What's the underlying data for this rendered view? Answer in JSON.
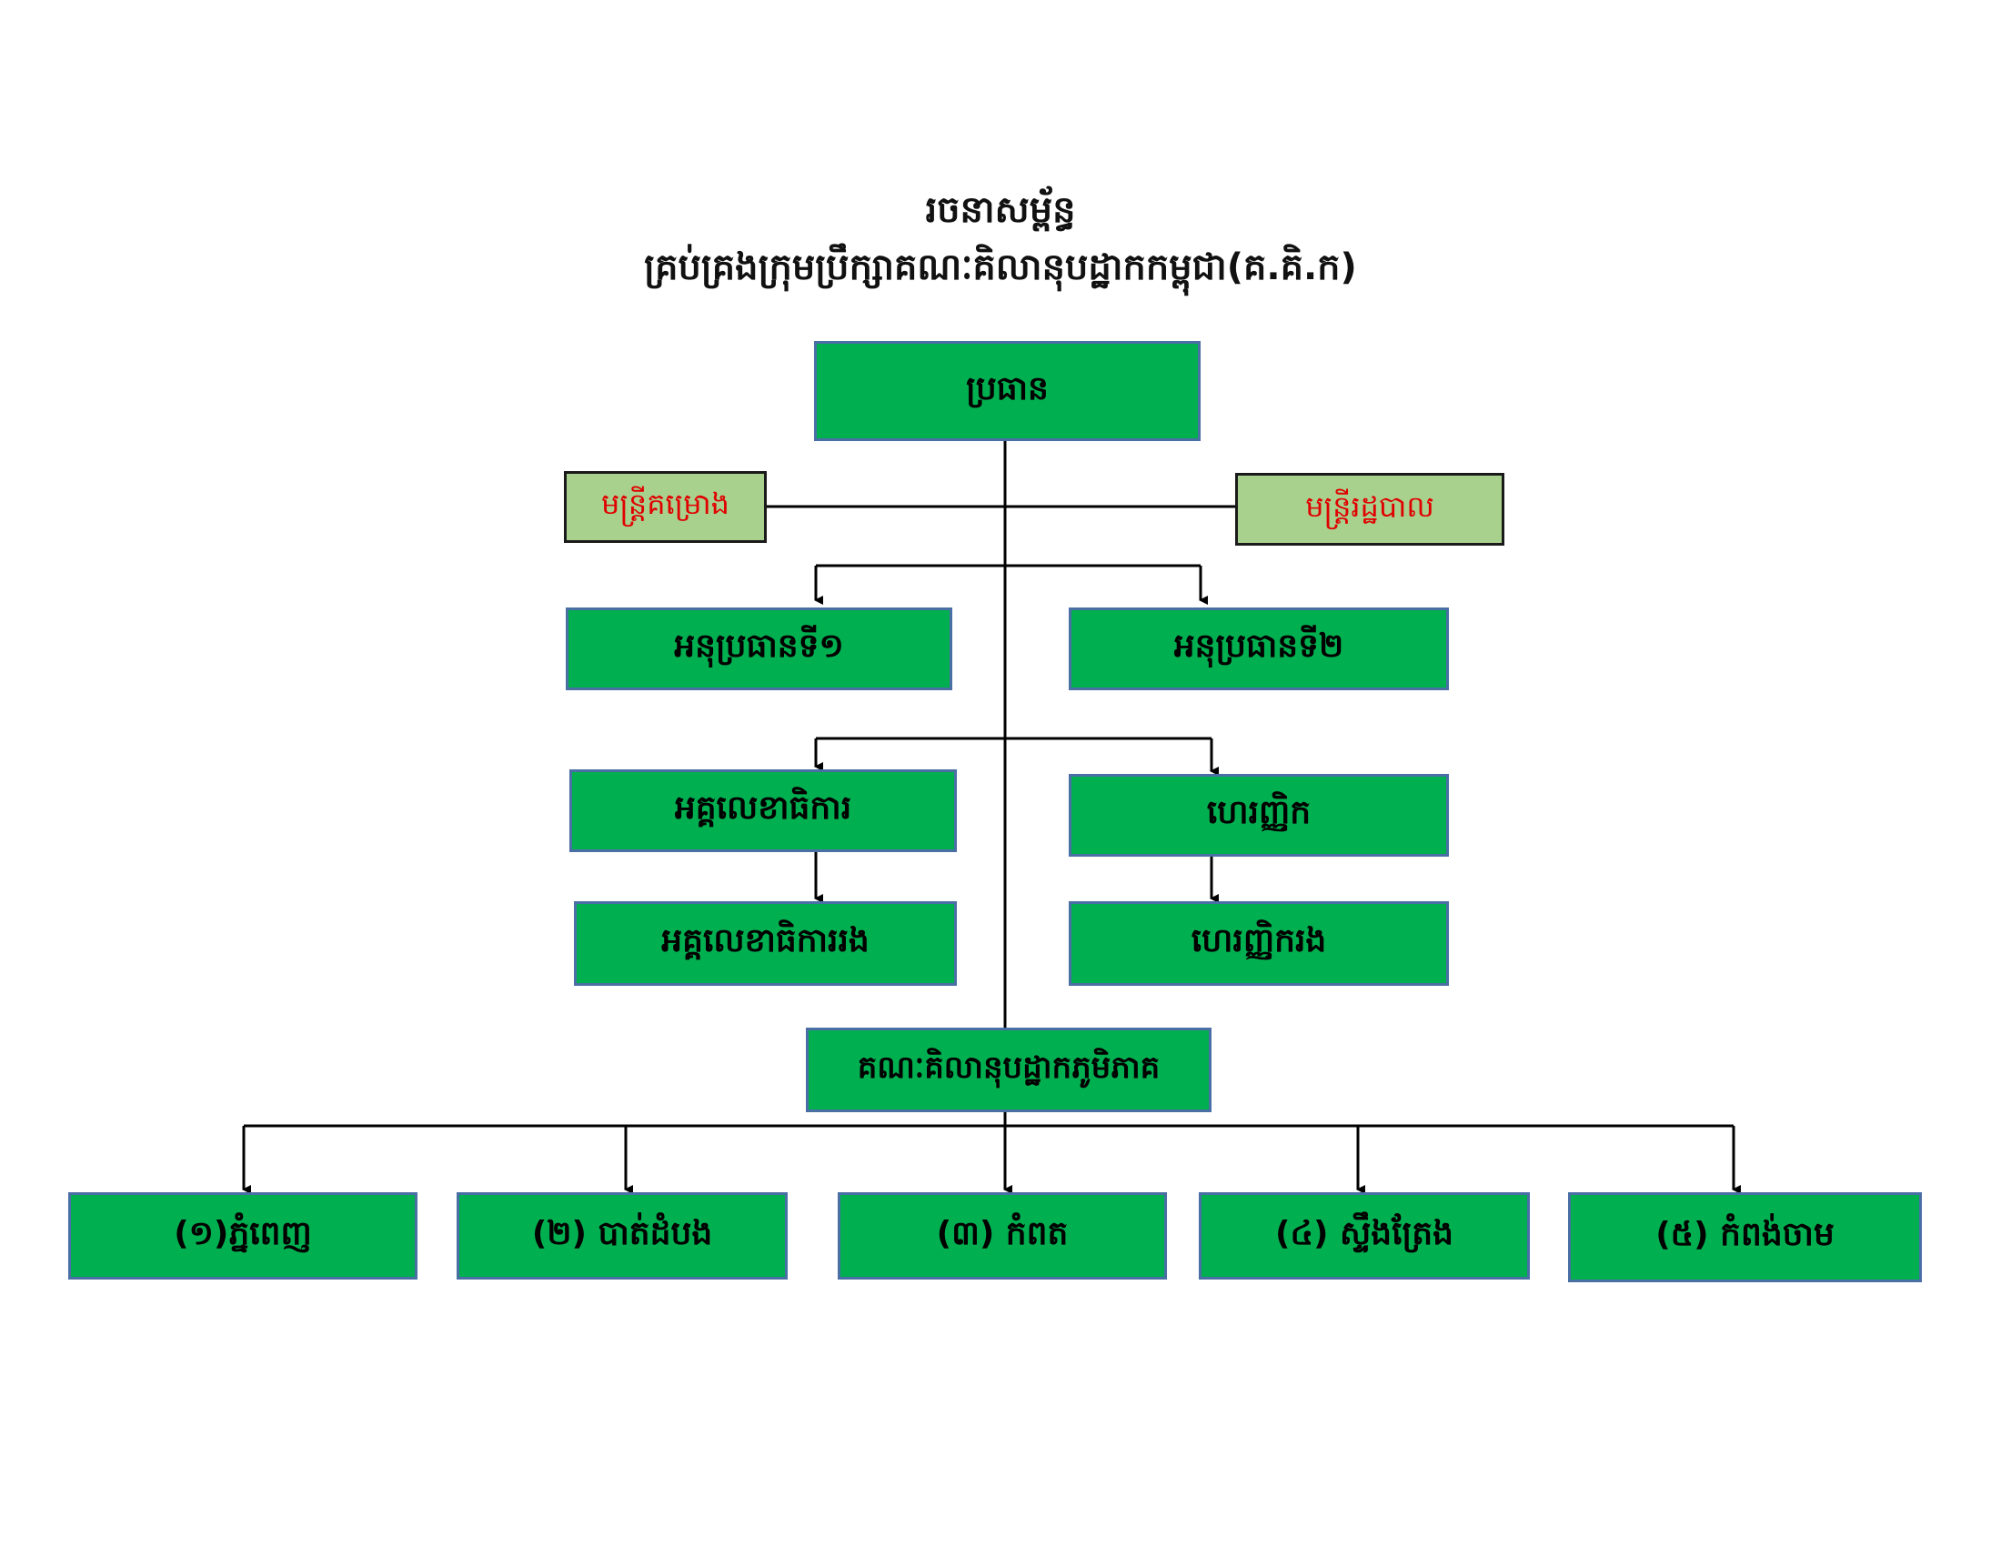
{
  "title": {
    "line1": "រចនាសម្ព័ន្ធ",
    "line2": "គ្រប់គ្រងក្រុមប្រឹក្សាគណៈគិលានុបដ្ឋាកកម្ពុជា(គ.គិ.ក)"
  },
  "nodes": {
    "president": "ប្រធាន",
    "project_officer": "មន្ត្រីគម្រោង",
    "admin_officer": "មន្ត្រីរដ្ឋបាល",
    "vice_president_1": "អនុប្រធានទី១",
    "vice_president_2": "អនុប្រធានទី២",
    "secretary_general": "អគ្គលេខាធិការ",
    "deputy_secretary_general": "អគ្គលេខាធិការរង",
    "treasurer": "ហេរញ្ញិក",
    "deputy_treasurer": "ហេរញ្ញិករង",
    "regional_council": "គណៈគិលានុបដ្ឋាកភូមិភាគ"
  },
  "regions": [
    "(១)ភ្នំពេញ",
    "(២) បាត់ដំបង",
    "(៣) កំពត",
    "(៤) ស្ទឹងត្រែង",
    "(៥) កំពង់ចាម"
  ],
  "colors": {
    "box_fill": "#00b050",
    "box_border": "#4a6fa5",
    "officer_fill": "#a9d18e",
    "officer_text": "#e00000",
    "line": "#000000"
  }
}
